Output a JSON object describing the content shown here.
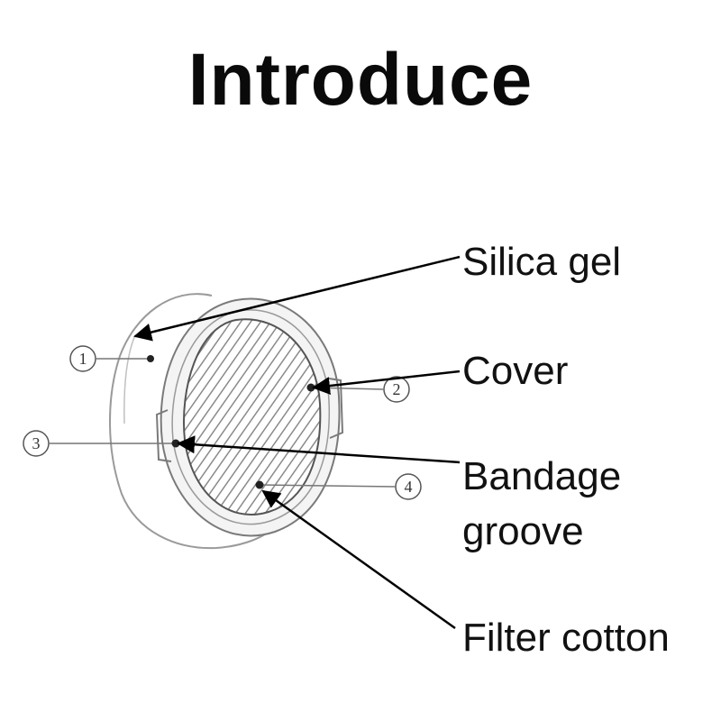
{
  "title": "Introduce",
  "labels": {
    "silica_gel": "Silica gel",
    "cover": "Cover",
    "bandage": "Bandage",
    "groove": "groove",
    "filter_cotton": "Filter cotton"
  },
  "callouts": [
    "1",
    "2",
    "3",
    "4"
  ]
}
